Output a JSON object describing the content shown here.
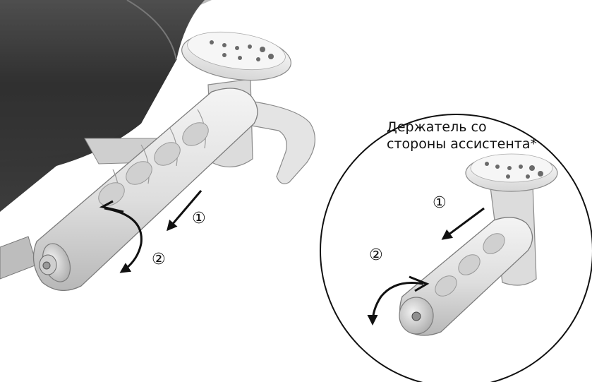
{
  "inset": {
    "title_line1": "Держатель со",
    "title_line2": "стороны ассистента*"
  },
  "steps": {
    "main_step1": "①",
    "main_step2": "②",
    "inset_step1": "①",
    "inset_step2": "②"
  },
  "colors": {
    "background": "#ffffff",
    "outline": "#1a1a1a",
    "base_dark": "#2a2a2a",
    "handle_light": "#e9e9e9",
    "handle_shadow": "#bdbdbd"
  }
}
